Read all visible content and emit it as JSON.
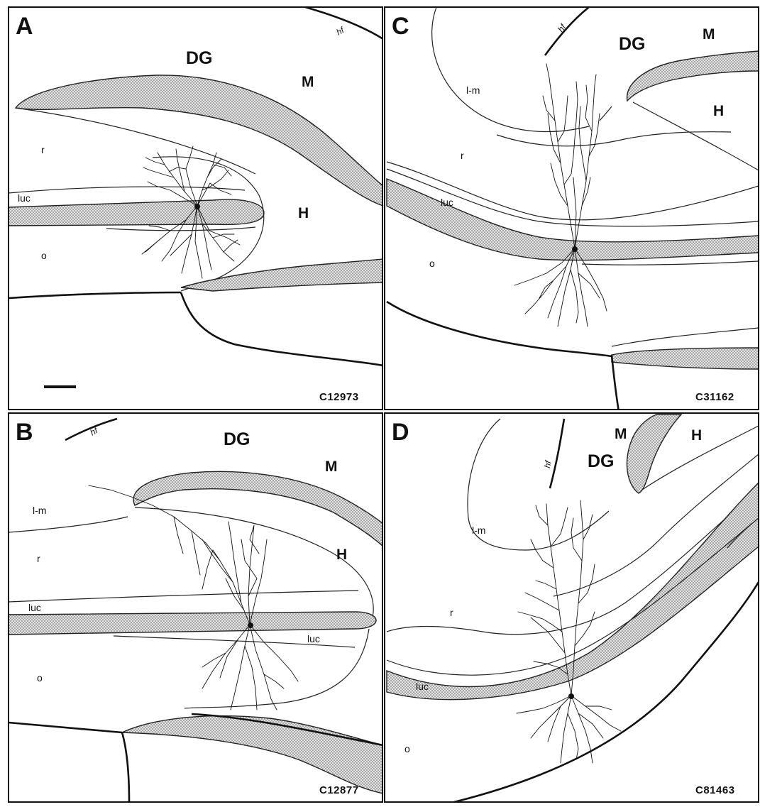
{
  "panels": [
    {
      "letter": "A",
      "case_id": "C12973",
      "labels": {
        "dg": "DG",
        "m": "M",
        "h": "H",
        "hf": "hf",
        "r": "r",
        "luc": "luc",
        "o": "o"
      }
    },
    {
      "letter": "B",
      "case_id": "C12877",
      "labels": {
        "dg": "DG",
        "m": "M",
        "h": "H",
        "hf": "hf",
        "lm": "l-m",
        "r": "r",
        "luc": "luc",
        "luc2": "luc",
        "o": "o"
      }
    },
    {
      "letter": "C",
      "case_id": "C31162",
      "labels": {
        "dg": "DG",
        "m": "M",
        "h": "H",
        "hf": "hf",
        "lm": "l-m",
        "r": "r",
        "luc": "luc",
        "o": "o"
      }
    },
    {
      "letter": "D",
      "case_id": "C81463",
      "labels": {
        "dg": "DG",
        "m": "M",
        "h": "H",
        "hf": "hf",
        "lm": "l-m",
        "r": "r",
        "luc": "luc",
        "o": "o"
      }
    }
  ],
  "colors": {
    "ink": "#111111",
    "background": "#ffffff",
    "stipple": "#555555"
  }
}
